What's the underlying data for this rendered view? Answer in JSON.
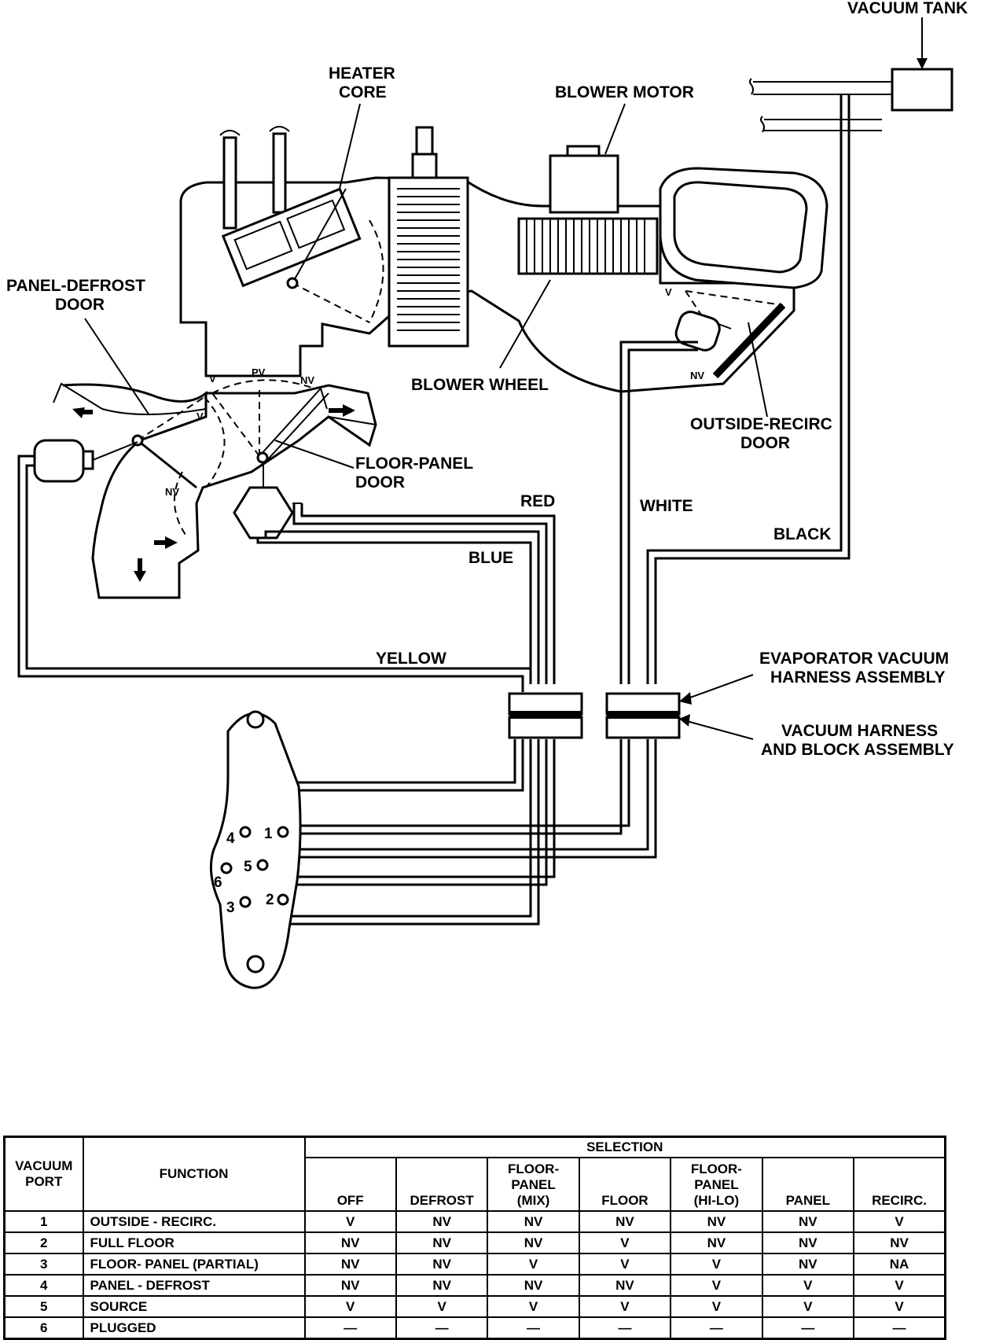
{
  "diagram": {
    "labels": {
      "vacuum_tank": "VACUUM TANK",
      "heater_core_1": "HEATER",
      "heater_core_2": "CORE",
      "blower_motor": "BLOWER MOTOR",
      "panel_defrost_door_1": "PANEL-DEFROST",
      "panel_defrost_door_2": "DOOR",
      "blower_wheel": "BLOWER WHEEL",
      "outside_recirc_door_1": "OUTSIDE-RECIRC",
      "outside_recirc_door_2": "DOOR",
      "floor_panel_door_1": "FLOOR-PANEL",
      "floor_panel_door_2": "DOOR",
      "evap_harness_1": "EVAPORATOR VACUUM",
      "evap_harness_2": "HARNESS ASSEMBLY",
      "vac_block_1": "VACUUM HARNESS",
      "vac_block_2": "AND BLOCK ASSEMBLY"
    },
    "hose_colors": {
      "red": "RED",
      "blue": "BLUE",
      "white": "WHITE",
      "black": "BLACK",
      "yellow": "YELLOW"
    },
    "door_marks": {
      "v": "V",
      "pv": "PV",
      "nv": "NV"
    },
    "ports": [
      "1",
      "2",
      "3",
      "4",
      "5",
      "6"
    ]
  },
  "table": {
    "headers": {
      "vacuum_port_1": "VACUUM",
      "vacuum_port_2": "PORT",
      "function": "FUNCTION",
      "selection": "SELECTION"
    },
    "selections": [
      {
        "lines": [
          "",
          "",
          "OFF"
        ]
      },
      {
        "lines": [
          "",
          "",
          "DEFROST"
        ]
      },
      {
        "lines": [
          "FLOOR-",
          "PANEL",
          "(MIX)"
        ]
      },
      {
        "lines": [
          "",
          "",
          "FLOOR"
        ]
      },
      {
        "lines": [
          "FLOOR-",
          "PANEL",
          "(HI-LO)"
        ]
      },
      {
        "lines": [
          "",
          "",
          "PANEL"
        ]
      },
      {
        "lines": [
          "",
          "",
          "RECIRC."
        ]
      }
    ],
    "rows": [
      {
        "port": "1",
        "function": "OUTSIDE - RECIRC.",
        "values": [
          "V",
          "NV",
          "NV",
          "NV",
          "NV",
          "NV",
          "V"
        ]
      },
      {
        "port": "2",
        "function": "FULL FLOOR",
        "values": [
          "NV",
          "NV",
          "NV",
          "V",
          "NV",
          "NV",
          "NV"
        ]
      },
      {
        "port": "3",
        "function": "FLOOR- PANEL (PARTIAL)",
        "values": [
          "NV",
          "NV",
          "V",
          "V",
          "V",
          "NV",
          "NA"
        ]
      },
      {
        "port": "4",
        "function": "PANEL - DEFROST",
        "values": [
          "NV",
          "NV",
          "NV",
          "NV",
          "V",
          "V",
          "V"
        ]
      },
      {
        "port": "5",
        "function": "SOURCE",
        "values": [
          "V",
          "V",
          "V",
          "V",
          "V",
          "V",
          "V"
        ]
      },
      {
        "port": "6",
        "function": "PLUGGED",
        "values": [
          "—",
          "—",
          "—",
          "—",
          "—",
          "—",
          "—"
        ]
      }
    ]
  }
}
